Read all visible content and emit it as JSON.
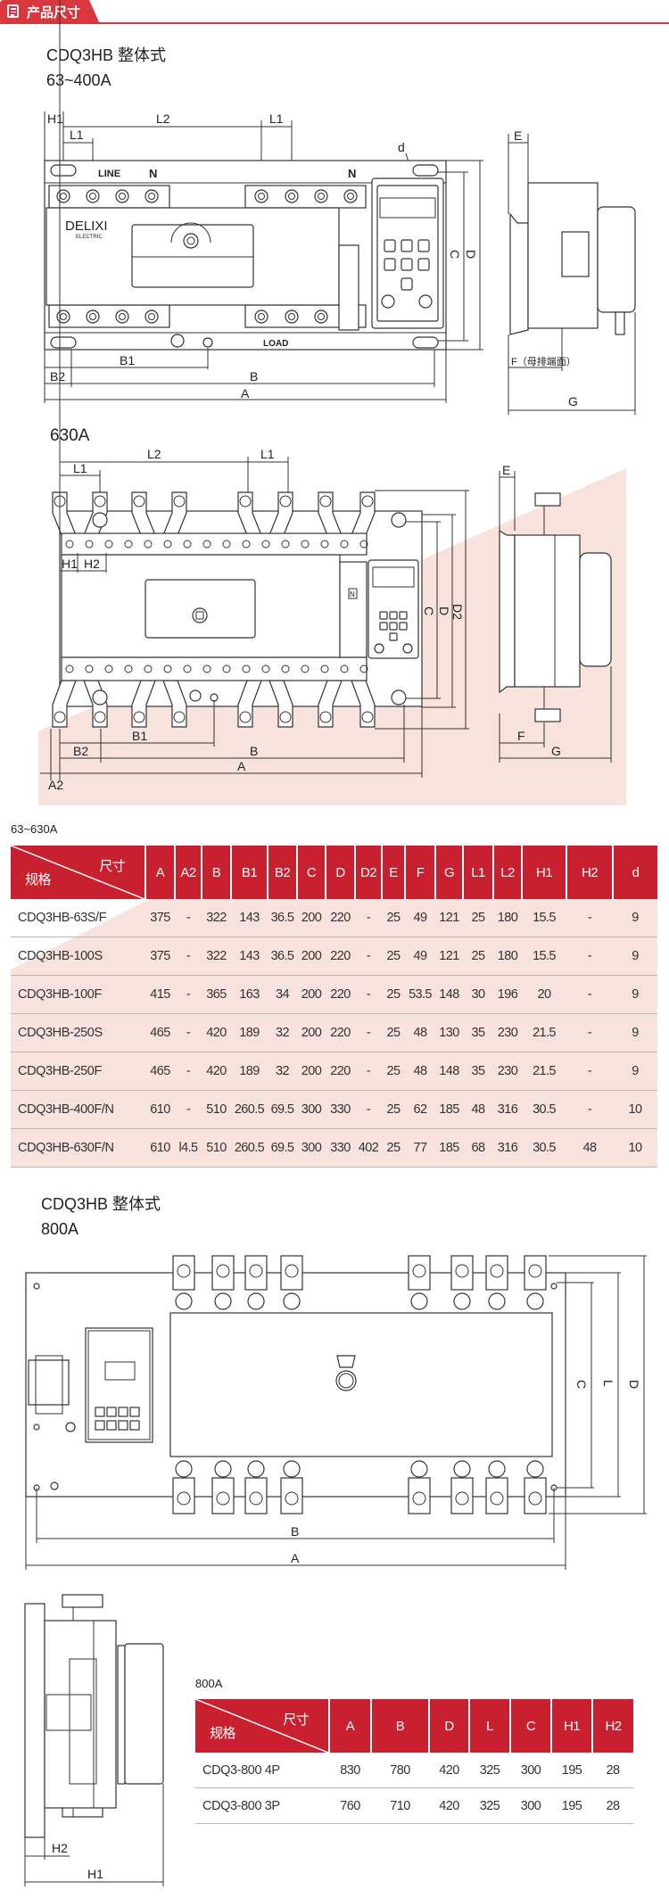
{
  "header": {
    "title": "产品尺寸",
    "icon": "document-list-icon",
    "accent": "#d9363e"
  },
  "section1": {
    "title": "CDQ3HB 整体式",
    "subtitle": "63~400A"
  },
  "drawing1": {
    "H1": "H1",
    "L2": "L2",
    "L1a": "L1",
    "L1b": "L1",
    "d": "d",
    "line": "LINE",
    "n1": "N",
    "n2": "N",
    "load": "LOAD",
    "brand": "DELIXI",
    "brand_sub": "ELECTRIC",
    "C": "C",
    "D": "D",
    "B1": "B1",
    "B2": "B2",
    "B": "B",
    "A": "A",
    "E": "E",
    "F": "F（母排端面）",
    "G": "G"
  },
  "section2": {
    "subtitle": "630A"
  },
  "drawing2": {
    "L2": "L2",
    "L1a": "L1",
    "L1b": "L1",
    "H1": "H1",
    "H2": "H2",
    "C": "C",
    "D": "D",
    "D2": "D2",
    "B1": "B1",
    "B2": "B2",
    "B": "B",
    "A": "A",
    "A2": "A2",
    "E": "E",
    "F": "F",
    "G": "G",
    "n": "N"
  },
  "table1": {
    "caption": "63~630A",
    "corner_top": "尺寸",
    "corner_bottom": "规格",
    "columns": [
      "A",
      "A2",
      "B",
      "B1",
      "B2",
      "C",
      "D",
      "D2",
      "E",
      "F",
      "G",
      "L1",
      "L2",
      "H1",
      "H2",
      "d"
    ],
    "rows": [
      [
        "CDQ3HB-63S/F",
        "375",
        "-",
        "322",
        "143",
        "36.5",
        "200",
        "220",
        "-",
        "25",
        "49",
        "121",
        "25",
        "180",
        "15.5",
        "-",
        "9"
      ],
      [
        "CDQ3HB-100S",
        "375",
        "-",
        "322",
        "143",
        "36.5",
        "200",
        "220",
        "-",
        "25",
        "49",
        "121",
        "25",
        "180",
        "15.5",
        "-",
        "9"
      ],
      [
        "CDQ3HB-100F",
        "415",
        "-",
        "365",
        "163",
        "34",
        "200",
        "220",
        "-",
        "25",
        "53.5",
        "148",
        "30",
        "196",
        "20",
        "-",
        "9"
      ],
      [
        "CDQ3HB-250S",
        "465",
        "-",
        "420",
        "189",
        "32",
        "200",
        "220",
        "-",
        "25",
        "48",
        "130",
        "35",
        "230",
        "21.5",
        "-",
        "9"
      ],
      [
        "CDQ3HB-250F",
        "465",
        "-",
        "420",
        "189",
        "32",
        "200",
        "220",
        "-",
        "25",
        "48",
        "148",
        "35",
        "230",
        "21.5",
        "-",
        "9"
      ],
      [
        "CDQ3HB-400F/N",
        "610",
        "-",
        "510",
        "260.5",
        "69.5",
        "300",
        "330",
        "-",
        "25",
        "62",
        "185",
        "48",
        "316",
        "30.5",
        "-",
        "10"
      ],
      [
        "CDQ3HB-630F/N",
        "610",
        "l4.5",
        "510",
        "260.5",
        "69.5",
        "300",
        "330",
        "402",
        "25",
        "77",
        "185",
        "68",
        "316",
        "30.5",
        "48",
        "10"
      ]
    ],
    "header_color": "#c8202e",
    "bg_color": "#f7e2dd"
  },
  "section3": {
    "title": "CDQ3HB 整体式",
    "subtitle": "800A"
  },
  "drawing3": {
    "C": "C",
    "L": "L",
    "D": "D",
    "B": "B",
    "A": "A"
  },
  "drawing4": {
    "H1": "H1",
    "H2": "H2"
  },
  "table2": {
    "caption": "800A",
    "corner_top": "尺寸",
    "corner_bottom": "规格",
    "columns": [
      "A",
      "B",
      "D",
      "L",
      "C",
      "H1",
      "H2"
    ],
    "rows": [
      [
        "CDQ3-800 4P",
        "830",
        "780",
        "420",
        "325",
        "300",
        "195",
        "28"
      ],
      [
        "CDQ3-800 3P",
        "760",
        "710",
        "420",
        "325",
        "300",
        "195",
        "28"
      ]
    ]
  }
}
